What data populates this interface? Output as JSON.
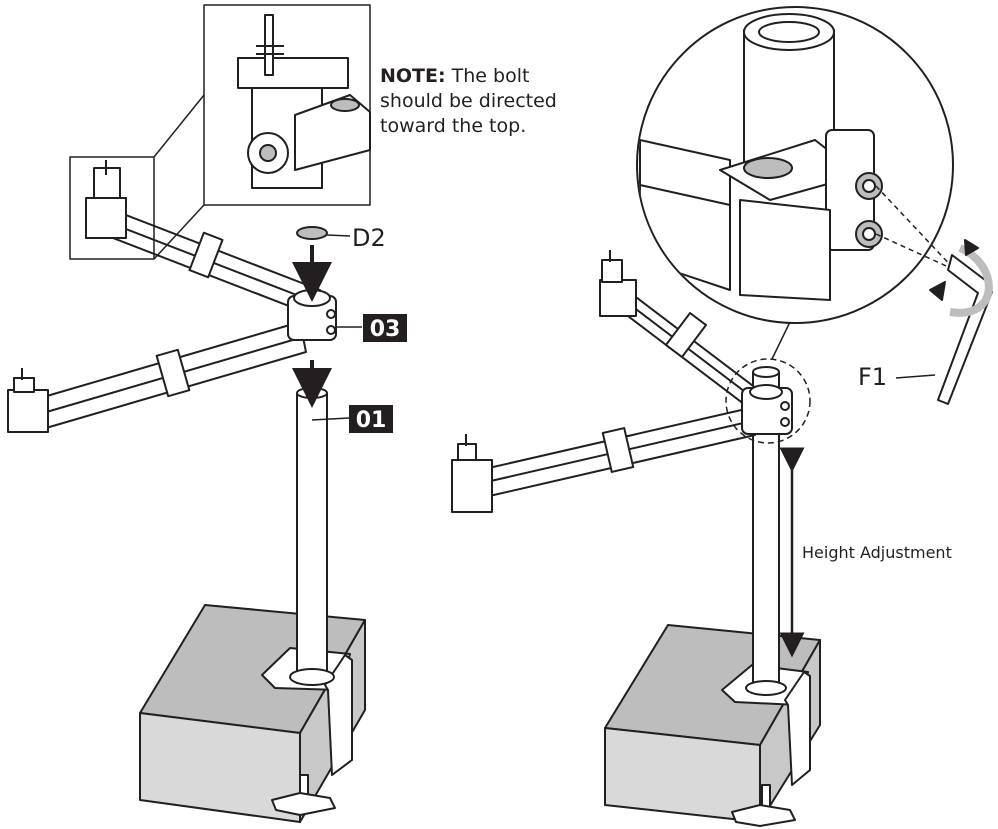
{
  "note": {
    "heading": "NOTE:",
    "text": "The bolt should be directed toward the top."
  },
  "labels": {
    "washer": "D2",
    "arm_part": "03",
    "pole_part": "01",
    "wrench": "F1",
    "height": "Height Adjustment"
  },
  "colors": {
    "line": "#231f20",
    "desk_top": "#bdbdbd",
    "desk_side": "#d9d9d9",
    "badge": "#231f20"
  }
}
